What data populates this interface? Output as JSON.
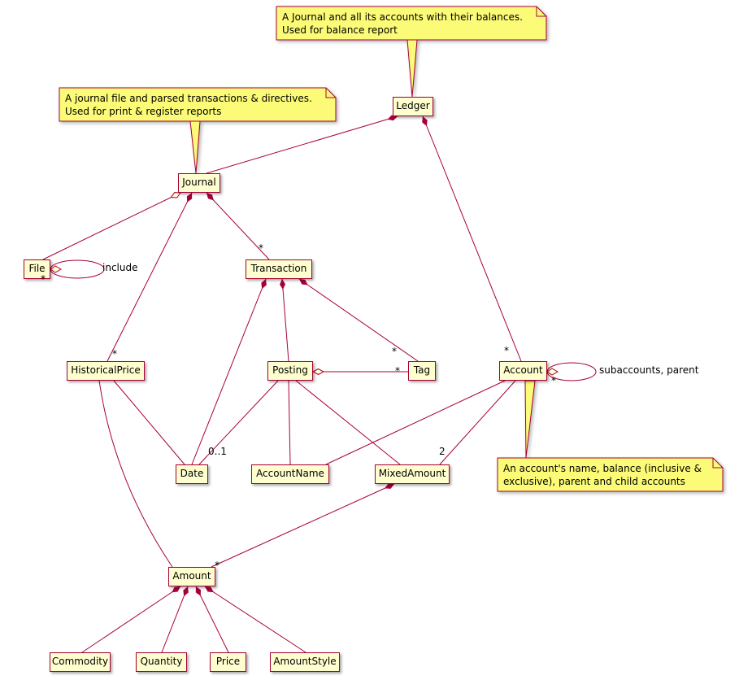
{
  "diagram": {
    "classes": {
      "ledger": "Ledger",
      "journal": "Journal",
      "file": "File",
      "transaction": "Transaction",
      "historical_price": "HistoricalPrice",
      "posting": "Posting",
      "tag": "Tag",
      "account": "Account",
      "date": "Date",
      "account_name": "AccountName",
      "mixed_amount": "MixedAmount",
      "amount": "Amount",
      "commodity": "Commodity",
      "quantity": "Quantity",
      "price": "Price",
      "amount_style": "AmountStyle"
    },
    "notes": [
      {
        "target": "Ledger",
        "text": "A Journal and all its accounts with their balances.\nUsed for balance report"
      },
      {
        "target": "Journal",
        "text": "A journal file and parsed transactions & directives.\nUsed for print & register reports"
      },
      {
        "target": "Account",
        "text": "An account's name, balance (inclusive &\nexclusive), parent and child accounts"
      }
    ],
    "labels": {
      "include": "include",
      "subaccounts_parent": "subaccounts, parent",
      "zero_or_one": "0..1",
      "two": "2",
      "many": "*"
    },
    "colors": {
      "box_fill": "#FEFECE",
      "note_fill": "#FBFB77",
      "line": "#A80036",
      "text": "#000000"
    },
    "relationships": [
      {
        "from": "Ledger",
        "to": "Journal",
        "type": "composition"
      },
      {
        "from": "Ledger",
        "to": "Account",
        "type": "composition",
        "multiplicity": "*"
      },
      {
        "from": "Journal",
        "to": "File",
        "type": "aggregation"
      },
      {
        "from": "File",
        "to": "File",
        "type": "aggregation",
        "label": "include",
        "multiplicity": "*"
      },
      {
        "from": "Journal",
        "to": "HistoricalPrice",
        "type": "composition",
        "multiplicity": "*"
      },
      {
        "from": "Journal",
        "to": "Transaction",
        "type": "composition",
        "multiplicity": "*"
      },
      {
        "from": "Transaction",
        "to": "Date",
        "type": "composition",
        "multiplicity": "0..1"
      },
      {
        "from": "Transaction",
        "to": "Posting",
        "type": "composition"
      },
      {
        "from": "Transaction",
        "to": "Tag",
        "type": "composition",
        "multiplicity": "*"
      },
      {
        "from": "Posting",
        "to": "Tag",
        "type": "aggregation",
        "multiplicity": "*"
      },
      {
        "from": "Posting",
        "to": "Date",
        "type": "association"
      },
      {
        "from": "Posting",
        "to": "AccountName",
        "type": "association"
      },
      {
        "from": "Posting",
        "to": "MixedAmount",
        "type": "association"
      },
      {
        "from": "HistoricalPrice",
        "to": "Date",
        "type": "association"
      },
      {
        "from": "HistoricalPrice",
        "to": "Amount",
        "type": "association"
      },
      {
        "from": "Account",
        "to": "Account",
        "type": "aggregation",
        "label": "subaccounts, parent",
        "multiplicity": "*"
      },
      {
        "from": "Account",
        "to": "AccountName",
        "type": "association"
      },
      {
        "from": "Account",
        "to": "MixedAmount",
        "type": "association",
        "multiplicity": "2"
      },
      {
        "from": "MixedAmount",
        "to": "Amount",
        "type": "composition",
        "multiplicity": "*"
      },
      {
        "from": "Amount",
        "to": "Commodity",
        "type": "composition"
      },
      {
        "from": "Amount",
        "to": "Quantity",
        "type": "composition"
      },
      {
        "from": "Amount",
        "to": "Price",
        "type": "composition"
      },
      {
        "from": "Amount",
        "to": "AmountStyle",
        "type": "composition"
      }
    ]
  }
}
